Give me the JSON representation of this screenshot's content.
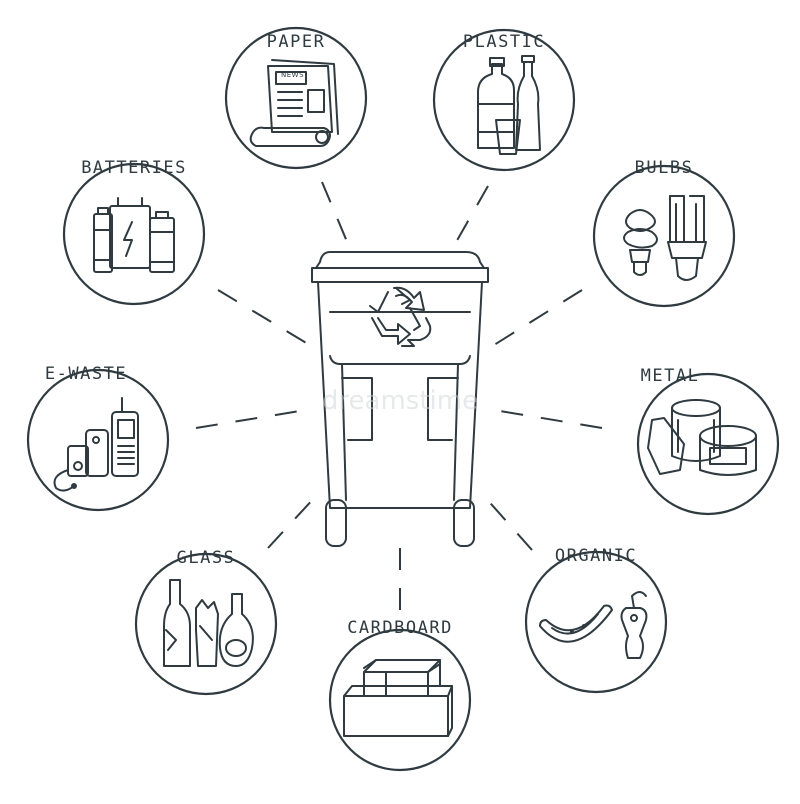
{
  "watermark": "dreamstime",
  "categories": [
    {
      "id": "paper",
      "label": "PAPER",
      "icon": "newspaper-icon",
      "news_label": "NEWS"
    },
    {
      "id": "plastic",
      "label": "PLASTIC",
      "icon": "plastic-bottles-icon"
    },
    {
      "id": "bulbs",
      "label": "BULBS",
      "icon": "light-bulbs-icon"
    },
    {
      "id": "metal",
      "label": "METAL",
      "icon": "metal-cans-icon"
    },
    {
      "id": "organic",
      "label": "ORGANIC",
      "icon": "organic-food-icon"
    },
    {
      "id": "cardboard",
      "label": "CARDBOARD",
      "icon": "cardboard-boxes-icon"
    },
    {
      "id": "glass",
      "label": "GLASS",
      "icon": "glass-bottles-icon"
    },
    {
      "id": "e-waste",
      "label": "E-WASTE",
      "icon": "electronics-icon"
    },
    {
      "id": "batteries",
      "label": "BATTERIES",
      "icon": "batteries-icon"
    }
  ],
  "center": {
    "icon": "recycle-bin-icon",
    "symbol": "recycle-symbol-icon"
  },
  "colors": {
    "line": "#2f3b40",
    "background": "#ffffff"
  }
}
